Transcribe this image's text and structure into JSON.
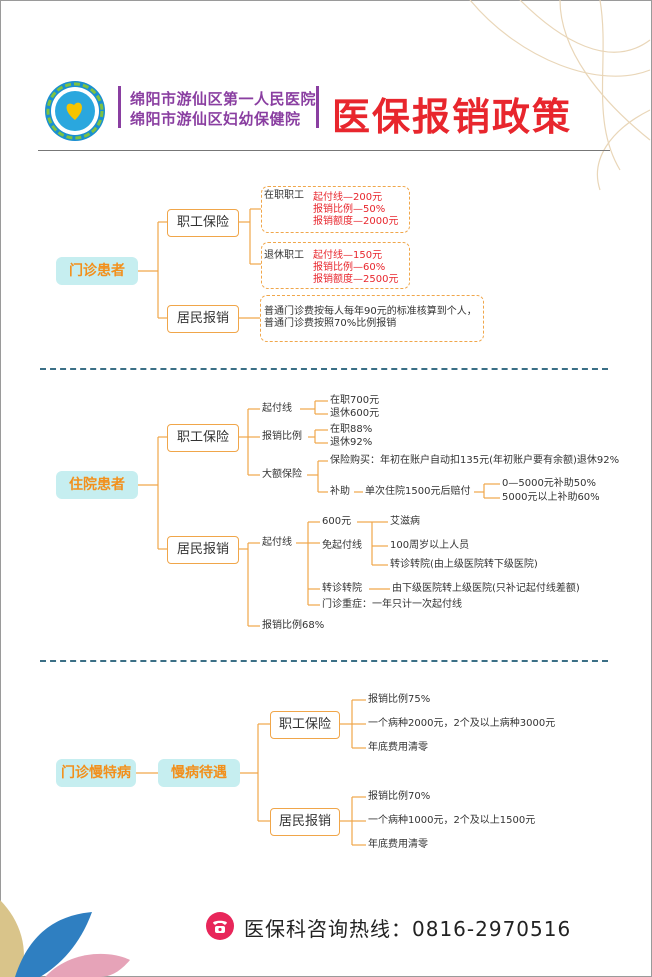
{
  "header": {
    "hospital_1": "绵阳市游仙区第一人民医院",
    "hospital_2": "绵阳市游仙区妇幼保健院",
    "title": "医保报销政策"
  },
  "outpatient": {
    "category": "门诊患者",
    "employee_label": "职工保险",
    "active_label": "在职职工",
    "active_lines": [
      "起付线—200元",
      "报销比例—50%",
      "报销额度—2000元"
    ],
    "retired_label": "退休职工",
    "retired_lines": [
      "起付线—150元",
      "报销比例—60%",
      "报销额度—2500元"
    ],
    "resident_label": "居民报销",
    "resident_lines": [
      "普通门诊费按每人每年90元的标准核算到个人，",
      "普通门诊费按照70%比例报销"
    ]
  },
  "inpatient": {
    "category": "住院患者",
    "employee_label": "职工保险",
    "deductible_label": "起付线",
    "deductible_active": "在职700元",
    "deductible_retired": "退休600元",
    "ratio_label": "报销比例",
    "ratio_active": "在职88%",
    "ratio_retired": "退休92%",
    "major_label": "大额保险",
    "major_purchase": "保险购买：年初在账户自动扣135元(年初账户要有余额)退休92%",
    "subsidy_label": "补助",
    "subsidy_condition": "单次住院1500元后赔付",
    "subsidy_1": "0—5000元补助50%",
    "subsidy_2": "5000元以上补助60%",
    "resident_label": "居民报销",
    "res_deductible_label": "起付线",
    "res_deductible_value": "600元",
    "exempt_label": "免起付线",
    "exempt_1": "艾滋病",
    "exempt_2": "100周岁以上人员",
    "exempt_3": "转诊转院(由上级医院转下级医院)",
    "transfer_label": "转诊转院",
    "transfer_value": "由下级医院转上级医院(只补记起付线差额)",
    "severe_label": "门诊重症：一年只计一次起付线",
    "res_ratio": "报销比例68%"
  },
  "chronic": {
    "category": "门诊慢特病",
    "mid_label": "慢病待遇",
    "employee_label": "职工保险",
    "employee_lines": [
      "报销比例75%",
      "一个病种2000元，2个及以上病种3000元",
      "年底费用清零"
    ],
    "resident_label": "居民报销",
    "resident_lines": [
      "报销比例70%",
      "一个病种1000元，2个及以上1500元",
      "年底费用清零"
    ]
  },
  "footer": {
    "hotline": "医保科咨询热线：0816-2970516",
    "phone_icon": "phone-icon"
  },
  "colors": {
    "accent_red": "#e8262d",
    "purple": "#8a3fa1",
    "orange": "#f2901c",
    "teal": "#c6eef0",
    "divider": "#3b6f86"
  }
}
